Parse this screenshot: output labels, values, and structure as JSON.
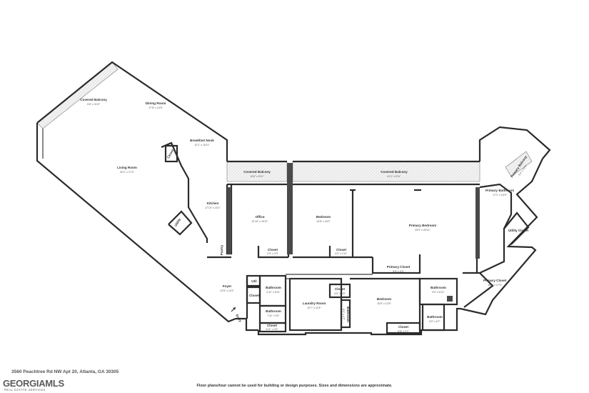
{
  "rooms": {
    "covered_balcony_left": {
      "name": "Covered Balcony",
      "dims": "5'6\" x 31'6\""
    },
    "dining_room": {
      "name": "Dining Room",
      "dims": "17'8\" x 13'9\""
    },
    "breakfast_nook": {
      "name": "Breakfast Nook",
      "dims": "12'1\" x 15'11\""
    },
    "living_room": {
      "name": "Living Room",
      "dims": "30'1\" x 17'0\""
    },
    "closet_nook": {
      "name": "Closet",
      "dims": "2'0\" x 3'1\""
    },
    "kitchen": {
      "name": "Kitchen",
      "dims": "17'10\" x 15'1\""
    },
    "utility": {
      "name": "Utility",
      "dims": "3'1\" x 5'1\""
    },
    "pantry": {
      "name": "Pantry",
      "dims": ""
    },
    "covered_balcony_mid": {
      "name": "Covered Balcony",
      "dims": "14'6\" x 5'11\""
    },
    "office": {
      "name": "Office",
      "dims": "12'10\" x 15'11\""
    },
    "bedroom_top": {
      "name": "Bedroom",
      "dims": "14'6\" x 16'2\""
    },
    "closet_office": {
      "name": "Closet",
      "dims": "3'9\" x 2'0\""
    },
    "closet_bedroom_top": {
      "name": "Closet",
      "dims": "4'0\" x 1'11\""
    },
    "covered_balcony_right": {
      "name": "Covered Balcony",
      "dims": "41'1\" x 5'11\""
    },
    "primary_bedroom": {
      "name": "Primary Bedroom",
      "dims": "29'0\" x 20'11\""
    },
    "primary_closet_small": {
      "name": "Primary Closet",
      "dims": "9'6\" x 4'3\""
    },
    "primary_bathroom": {
      "name": "Primary Bathroom",
      "dims": "17'1\" x 10'9\""
    },
    "primary_balcony": {
      "name": "Primary Balcony",
      "dims": "5'4\" x 10'4\""
    },
    "utility_closet": {
      "name": "Utility Closet",
      "dims": ""
    },
    "primary_closet_large": {
      "name": "Primary Closet",
      "dims": "16'1\" x 17'0\""
    },
    "foyer": {
      "name": "Foyer",
      "dims": "12'5\" x 14'2\""
    },
    "util": {
      "name": "Util",
      "dims": ""
    },
    "closet_foyer": {
      "name": "Closet",
      "dims": ""
    },
    "bathroom_a": {
      "name": "Bathroom",
      "dims": "5'11\" x 6'11\""
    },
    "bathroom_b": {
      "name": "Bathroom",
      "dims": "7'11\" x 5'2\""
    },
    "closet_bath_b": {
      "name": "Closet",
      "dims": "4'11\" x 3'0\""
    },
    "laundry_room": {
      "name": "Laundry Room",
      "dims": "10'7\" x 11'5\""
    },
    "bathroom_c": {
      "name": "Bathroom",
      "dims": "8'1\" x 4'7\""
    },
    "closet_bedroom_bottom": {
      "name": "Closet",
      "dims": "4'0\" x 5'5\""
    },
    "bedroom_bottom": {
      "name": "Bedroom",
      "dims": "15'0\" x 12'5\""
    },
    "closet_bottom": {
      "name": "Closet",
      "dims": "8'6\" x 2'7\""
    },
    "bathroom_d": {
      "name": "Bathroom",
      "dims": "9'0\" x 6'11\""
    },
    "bathroom_e": {
      "name": "Bathroom",
      "dims": "5'0\" x 6'7\""
    }
  },
  "entry_label": "Entry",
  "footer": {
    "address": "3560 Peachtree Rd NW Apt 20, Atlanta, GA 30305",
    "disclaimer": "Floor plans/tour cannot be used for building or design purposes. Sizes and dimensions are approximate."
  },
  "logo": {
    "name": "GEORGIAMLS",
    "tagline": "REAL ESTATE SERVICES"
  },
  "colors": {
    "wall": "#2b2b2b",
    "balcony_hatch": "#9a9a9a",
    "text": "#333333"
  }
}
